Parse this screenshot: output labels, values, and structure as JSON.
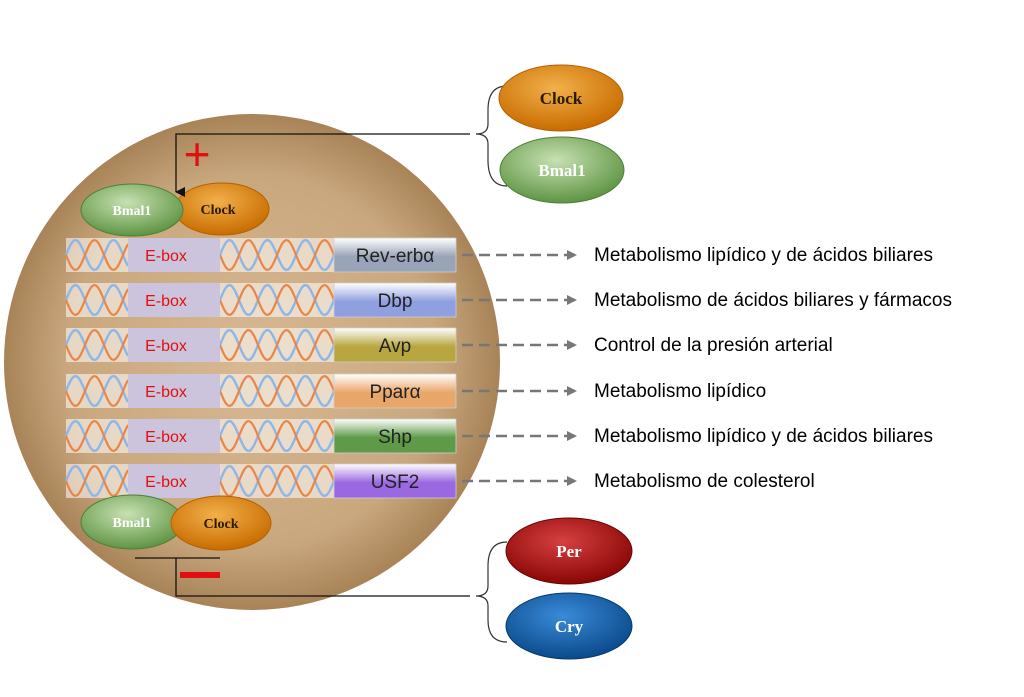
{
  "activators": {
    "clock": "Clock",
    "bmal1": "Bmal1"
  },
  "repressors": {
    "per": "Per",
    "cry": "Cry"
  },
  "signs": {
    "plus": "+",
    "minus": "−"
  },
  "ebox_label": "E-box",
  "genes": [
    {
      "name": "Rev-erbα",
      "function": "Metabolismo lipídico y de ácidos biliares",
      "color": "#9aa4b8"
    },
    {
      "name": "Dbp",
      "function": "Metabolismo de ácidos biliares y fármacos",
      "color": "#8f9fe0"
    },
    {
      "name": "Avp",
      "function": "Control de la presión arterial",
      "color": "#b8a640"
    },
    {
      "name": "Pparα",
      "function": "Metabolismo lipídico",
      "color": "#e9a66a"
    },
    {
      "name": "Shp",
      "function": "Metabolismo lipídico y de ácidos biliares",
      "color": "#5e9a48"
    },
    {
      "name": "USF2",
      "function": "Metabolismo de colesterol",
      "color": "#9a68e0"
    }
  ],
  "colors": {
    "cell": "#c9a77e",
    "clock": "#d87f0c",
    "bmal1": "#7fae62",
    "per": "#a80f0f",
    "cry": "#105ca4",
    "ebox": "#ccc4dc",
    "sign_red": "#e01010"
  }
}
